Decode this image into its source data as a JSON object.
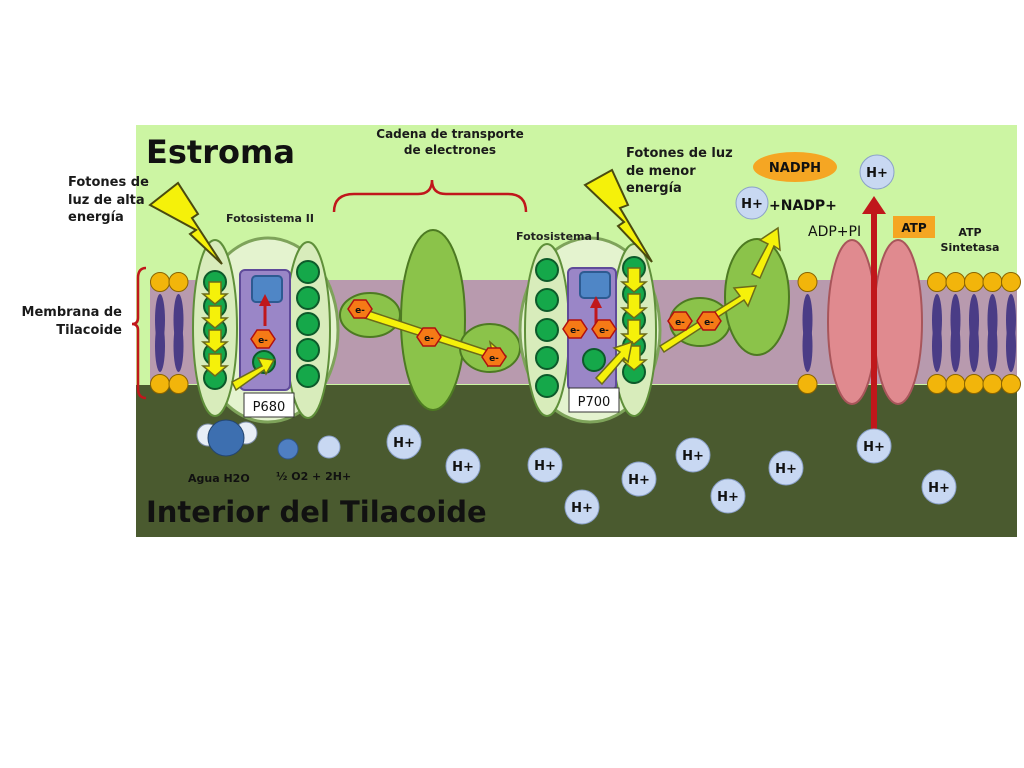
{
  "diagram": {
    "regions": {
      "stroma": "Estroma",
      "lumen": "Interior del Tilacoide",
      "membrane": "Membrana de Tilacoide"
    },
    "labels": {
      "high_energy_photons": "Fotones de luz de alta energía",
      "low_energy_photons": "Fotones de luz de menor energía",
      "photosystem_2": "Fotosistema II",
      "photosystem_1": "Fotosistema I",
      "electron_chain": "Cadena de transporte de electrones",
      "atp_synthase": "ATP Sintetasa",
      "p680": "P680",
      "p700": "P700",
      "water": "Agua H2O",
      "water_products": "½ O2 + 2H+",
      "nadph": "NADPH",
      "nadp": "+NADP+",
      "adp": "ADP+PI",
      "atp": "ATP",
      "proton": "H+",
      "electron": "e-"
    },
    "colors": {
      "stroma": "#ccf5a3",
      "lumen": "#4a5a2f",
      "head": "#f2b50b",
      "tail": "#4a3c86",
      "protein_green": "#8bc34a",
      "arrow_yellow": "#f5f10a",
      "electron_orange": "#f57a16",
      "atp_synthase": "#e08a8f",
      "proton_fill": "#c8d8f2",
      "nadph_fill": "#f5a623"
    }
  }
}
